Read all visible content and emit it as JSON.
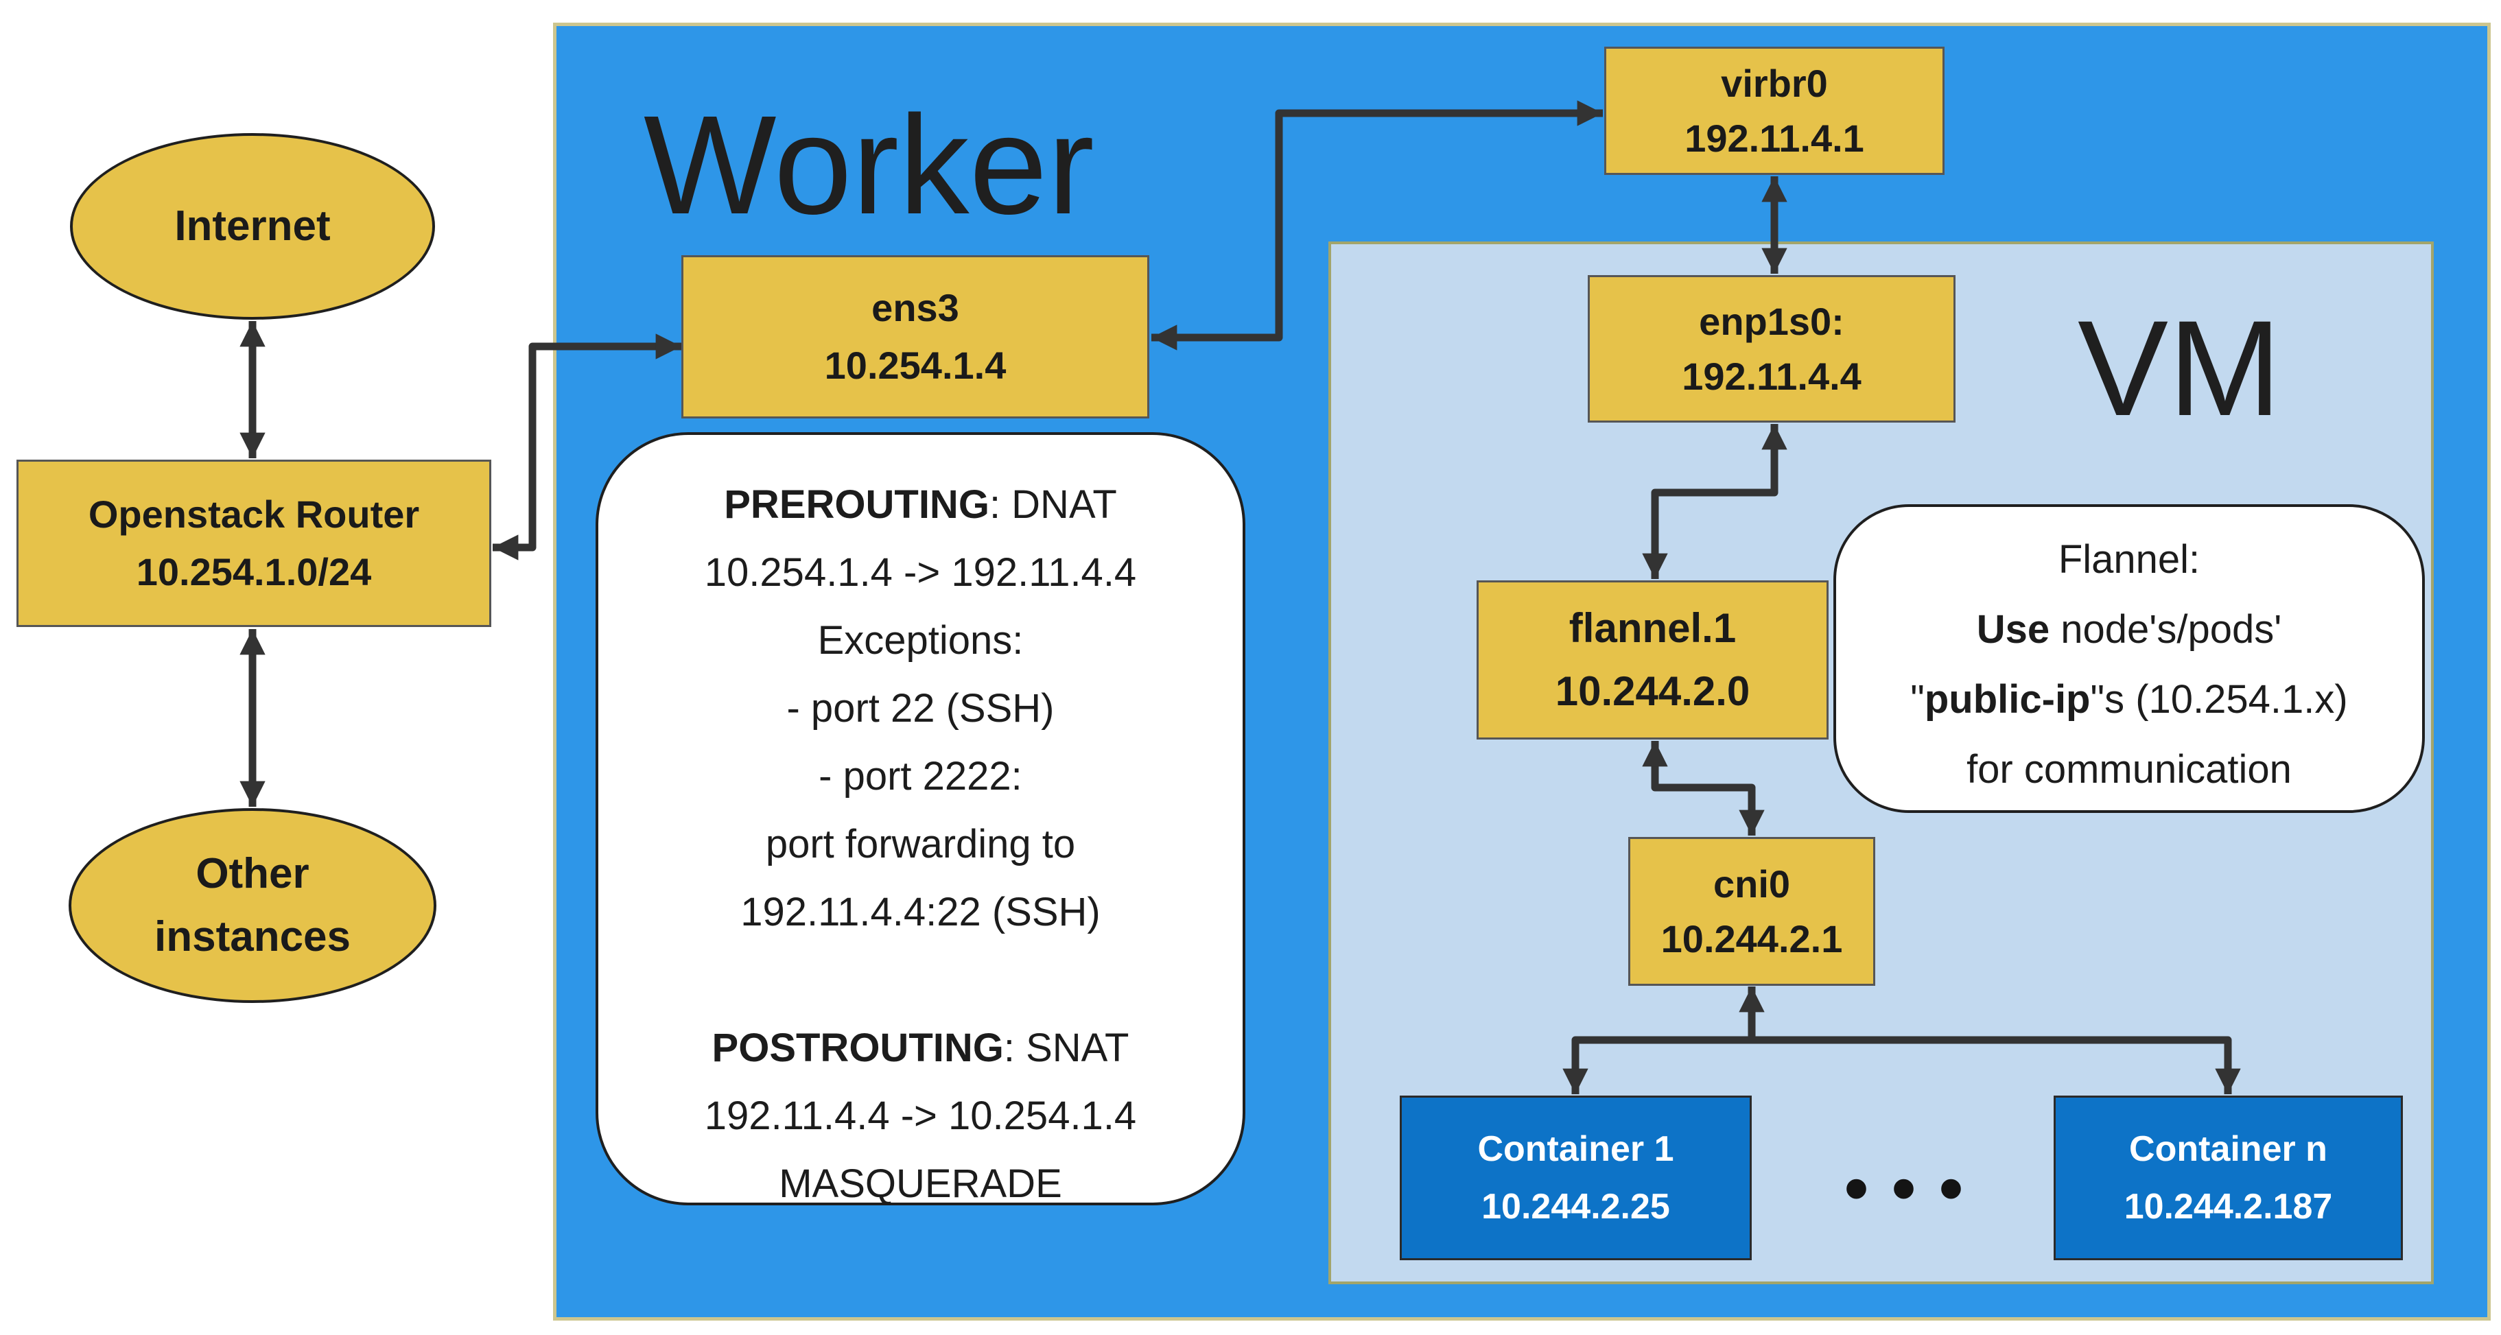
{
  "zones": {
    "worker_title": "Worker",
    "vm_title": "VM"
  },
  "nodes": {
    "internet": {
      "label": "Internet"
    },
    "router": {
      "name": "Openstack Router",
      "cidr": "10.254.1.0/24"
    },
    "other_instances": {
      "line1": "Other",
      "line2": "instances"
    },
    "ens3": {
      "name": "ens3",
      "ip": "10.254.1.4"
    },
    "virbr0": {
      "name": "virbr0",
      "ip": "192.11.4.1"
    },
    "enp1s0": {
      "name": "enp1s0:",
      "ip": "192.11.4.4"
    },
    "flannel1": {
      "name": "flannel.1",
      "ip": "10.244.2.0"
    },
    "cni0": {
      "name": "cni0",
      "ip": "10.244.2.1"
    },
    "container1": {
      "name": "Container 1",
      "ip": "10.244.2.25"
    },
    "container_n": {
      "name": "Container n",
      "ip": "10.244.2.187"
    }
  },
  "notes": {
    "nat": {
      "lines": [
        {
          "pre": "",
          "b": "PREROUTING",
          "post": ": DNAT"
        },
        {
          "pre": "10.254.1.4 -> 192.11.4.4",
          "b": "",
          "post": ""
        },
        {
          "pre": "Exceptions:",
          "b": "",
          "post": ""
        },
        {
          "pre": "- port 22 (SSH)",
          "b": "",
          "post": ""
        },
        {
          "pre": "- port 2222:",
          "b": "",
          "post": ""
        },
        {
          "pre": "port forwarding to",
          "b": "",
          "post": ""
        },
        {
          "pre": "192.11.4.4:22 (SSH)",
          "b": "",
          "post": ""
        },
        {
          "pre": "",
          "b": "",
          "post": ""
        },
        {
          "pre": "",
          "b": "POSTROUTING",
          "post": ": SNAT"
        },
        {
          "pre": "192.11.4.4 -> 10.254.1.4",
          "b": "",
          "post": ""
        },
        {
          "pre": "MASQUERADE",
          "b": "",
          "post": ""
        }
      ]
    },
    "flannel": {
      "lines": [
        {
          "pre": "Flannel:",
          "b": "",
          "post": ""
        },
        {
          "pre": "",
          "b": "Use",
          "post": " node's/pods'"
        },
        {
          "pre": "\"",
          "b": "public-ip",
          "post": "\"s (10.254.1.x)"
        },
        {
          "pre": "for communication",
          "b": "",
          "post": ""
        }
      ]
    }
  },
  "decor": {
    "ellipsis": "•••"
  },
  "colors": {
    "worker_blue": "#2e96e8",
    "vm_light_blue": "#c2d9ef",
    "node_yellow": "#e6c24a",
    "container_blue": "#0d73c7",
    "note_white": "#ffffff",
    "arrow_dark": "#333333",
    "zone_border_olive": "#a2a56b"
  }
}
